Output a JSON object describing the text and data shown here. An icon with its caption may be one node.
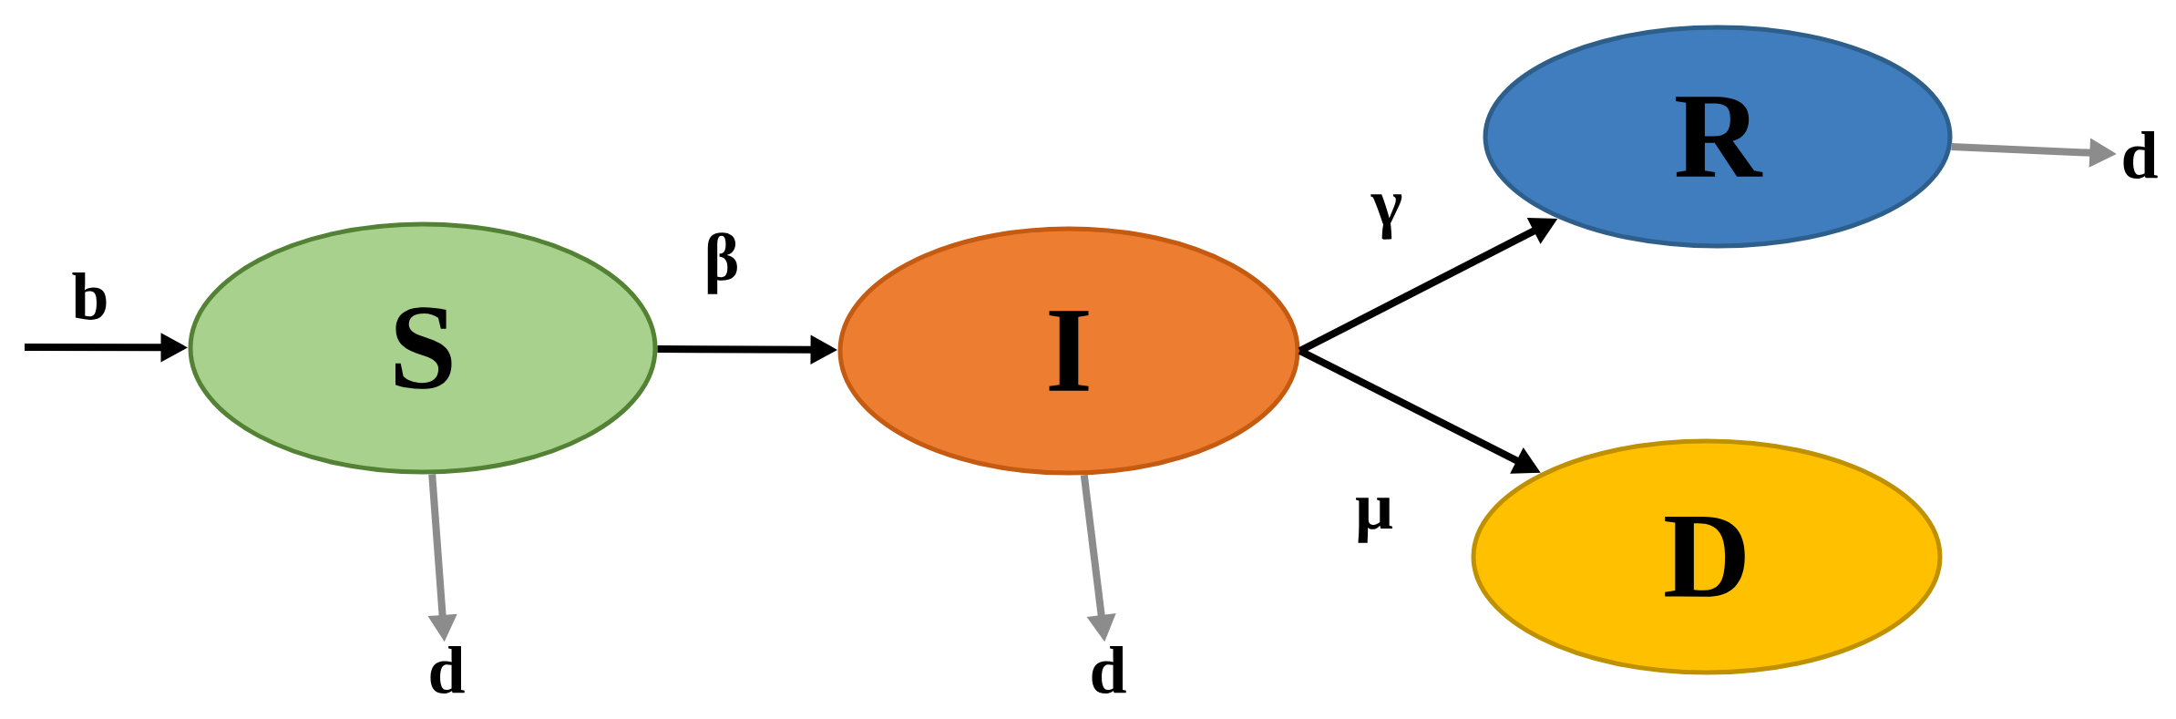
{
  "diagram": {
    "nodes": [
      {
        "text": [
          "S"
        ]
      },
      {
        "text": [
          "I"
        ]
      },
      {
        "text": [
          "R"
        ]
      },
      {
        "text": [
          "D"
        ]
      },
      {
        "text": [
          "d"
        ]
      },
      {
        "text": [
          "d"
        ]
      },
      {
        "text": [
          "d"
        ]
      }
    ],
    "edges": [
      {
        "from": null,
        "to": 0,
        "arrow": "to",
        "label": "b"
      },
      {
        "from": 0,
        "to": 1,
        "arrow": "to",
        "label": "β"
      },
      {
        "from": 1,
        "to": 2,
        "arrow": "to",
        "label": "γ"
      },
      {
        "from": 1,
        "to": 3,
        "arrow": "to",
        "label": "μ"
      },
      {
        "from": 0,
        "to": 4,
        "arrow": "to",
        "color": "#8c8c8c"
      },
      {
        "from": 1,
        "to": 5,
        "arrow": "to",
        "color": "#8c8c8c"
      },
      {
        "from": 2,
        "to": 6,
        "arrow": "to",
        "color": "#8c8c8c"
      }
    ]
  }
}
